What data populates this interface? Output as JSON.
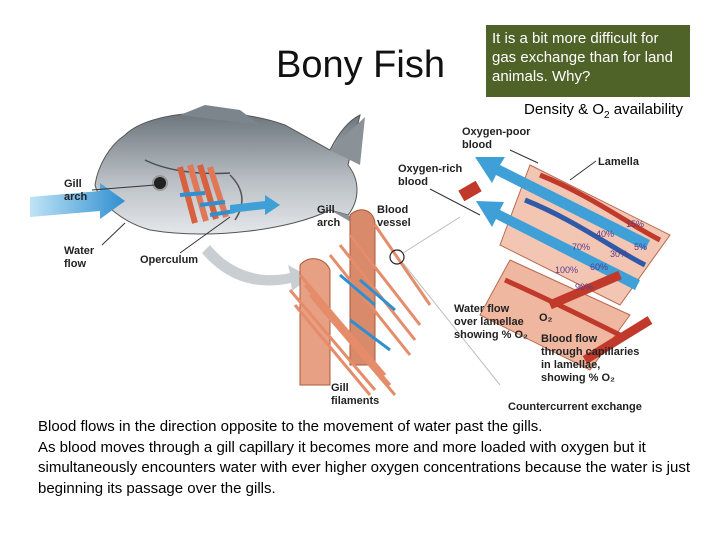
{
  "title": "Bony Fish",
  "question": "It is a bit more difficult for gas exchange than for land animals. Why?",
  "answer": {
    "prefix": "Density & O",
    "subscript": "2",
    "suffix": " availability"
  },
  "diagram": {
    "labels": {
      "gill_arch_left_1": "Gill",
      "gill_arch_left_2": "arch",
      "water_flow_1": "Water",
      "water_flow_2": "flow",
      "operculum": "Operculum",
      "oxygen_poor_1": "Oxygen-poor",
      "oxygen_poor_2": "blood",
      "oxygen_rich_1": "Oxygen-rich",
      "oxygen_rich_2": "blood",
      "lamella": "Lamella",
      "gill_arch_mid_1": "Gill",
      "gill_arch_mid_2": "arch",
      "blood_vessel_1": "Blood",
      "blood_vessel_2": "vessel",
      "water_over_lamellae_1": "Water flow",
      "water_over_lamellae_2": "over lamellae",
      "water_over_lamellae_3": "showing % O₂",
      "o2": "O₂",
      "blood_flow_1": "Blood flow",
      "blood_flow_2": "through capillaries",
      "blood_flow_3": "in lamellae,",
      "blood_flow_4": "showing % O₂",
      "gill_filaments_1": "Gill",
      "gill_filaments_2": "filaments",
      "countercurrent": "Countercurrent exchange"
    },
    "water_percents": [
      "15%",
      "40%",
      "70%",
      "100%"
    ],
    "blood_percents": [
      "5%",
      "30%",
      "60%",
      "90%"
    ]
  },
  "caption": [
    "Blood flows in the direction opposite to the movement of water past the gills.",
    "As blood moves through a gill capillary it becomes more and more loaded with oxygen but it simultaneously encounters water with ever higher oxygen concentrations because the water is just beginning its passage over the gills."
  ],
  "colors": {
    "question_box": "#4f6228",
    "water_arrow": "#3fa0d8",
    "blood_red": "#c0392b",
    "blood_blue": "#2e5aa8",
    "gill_pink": "#e8957a"
  }
}
